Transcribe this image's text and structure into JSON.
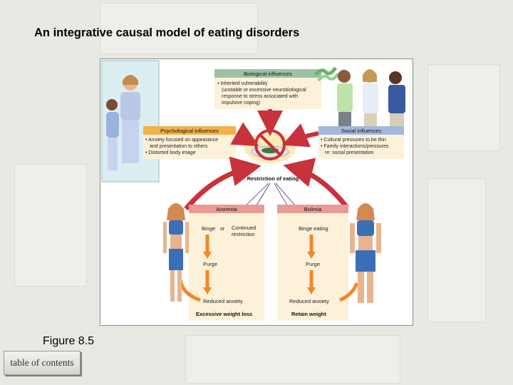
{
  "slide": {
    "title": "An integrative causal model of eating disorders",
    "caption": "Figure 8.5",
    "toc_label": "table of contents"
  },
  "diagram": {
    "biological": {
      "header": "Biological influences",
      "lines": [
        "• Inherited vulnerability",
        "(unstable or excessive neurobiological",
        "response to stress associated with",
        "impulsive coping)"
      ]
    },
    "psychological": {
      "header": "Psychological influences",
      "lines": [
        "• Anxiety focused on appearance",
        "and presentation to others",
        "• Distorted body image"
      ]
    },
    "social": {
      "header": "Social influences",
      "lines": [
        "• Cultural pressures to be thin",
        "• Family interactions/pressures",
        "re: social presentation"
      ]
    },
    "center_label": "Restriction of eating",
    "anorexia": {
      "header": "Anorexia",
      "binge": "Binge",
      "or": "or",
      "continued": [
        "Continued",
        "restriction"
      ],
      "purge": "Purge",
      "reduced": "Reduced anxiety",
      "outcome": "Excessive weight loss"
    },
    "bulimia": {
      "header": "Bulimia",
      "binge": "Binge eating",
      "purge": "Purge",
      "reduced": "Reduced anxiety",
      "outcome": "Retain weight"
    },
    "colors": {
      "header_green": "#9cc2a4",
      "header_orange": "#f3b14a",
      "header_blue": "#a4b8dc",
      "header_red": "#e89a94",
      "box_fill": "#fdf1d9",
      "red_arrow": "#c8323a",
      "orange_arrow": "#ee8a2c",
      "purple_line": "#7d6fa8"
    }
  }
}
